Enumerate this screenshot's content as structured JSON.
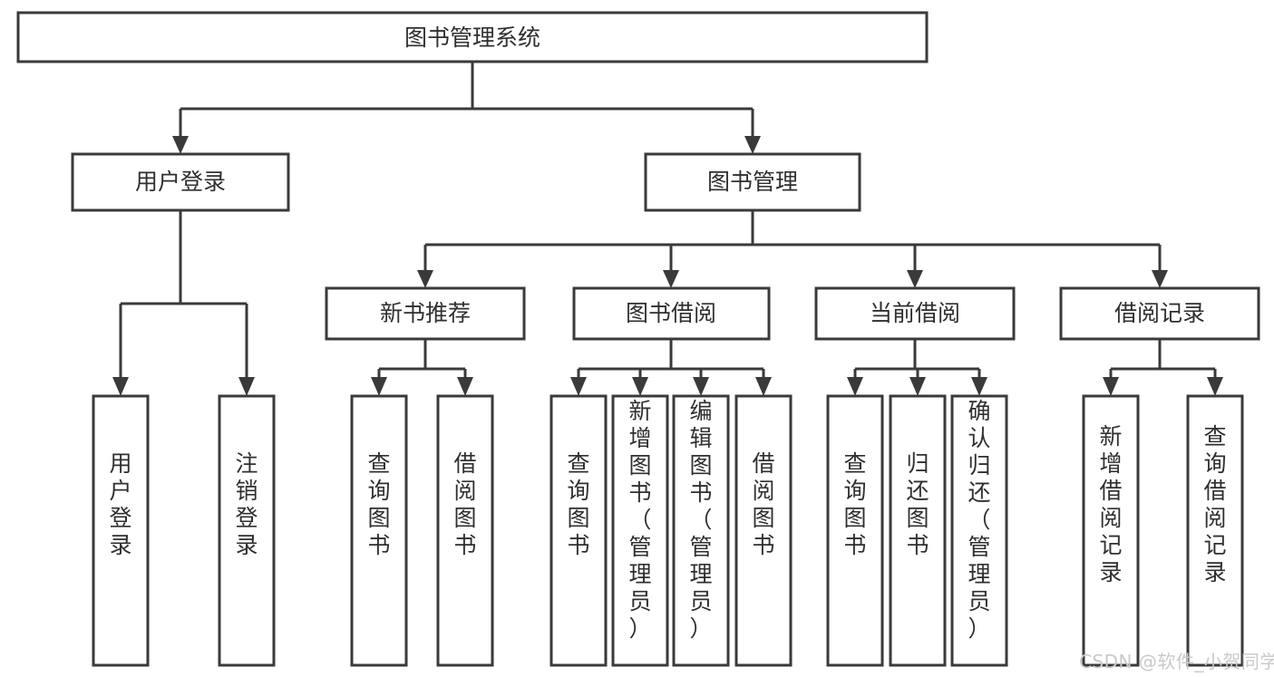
{
  "diagram": {
    "title": "图书管理系统",
    "type": "tree",
    "watermark": "CSDN @软件_小贺同学",
    "colors": {
      "stroke": "#3a3a3a",
      "fill": "#ffffff",
      "text": "#2f2f2f",
      "watermark": "#c9c9c9",
      "background": "#ffffff"
    },
    "nodes": {
      "root": {
        "label": "图书管理系统"
      },
      "level1": [
        {
          "id": "user-login",
          "label": "用户登录"
        },
        {
          "id": "book-management",
          "label": "图书管理"
        }
      ],
      "level2": [
        {
          "id": "new-book-recommend",
          "label": "新书推荐"
        },
        {
          "id": "book-borrow",
          "label": "图书借阅"
        },
        {
          "id": "current-borrow",
          "label": "当前借阅"
        },
        {
          "id": "borrow-record",
          "label": "借阅记录"
        }
      ],
      "leaves": {
        "user-login": [
          {
            "id": "leaf-user-login",
            "label": "用户登录"
          },
          {
            "id": "leaf-logout-login",
            "label": "注销登录"
          }
        ],
        "new-book-recommend": [
          {
            "id": "leaf-query-book-1",
            "label": "查询图书"
          },
          {
            "id": "leaf-borrow-book-1",
            "label": "借阅图书"
          }
        ],
        "book-borrow": [
          {
            "id": "leaf-query-book-2",
            "label": "查询图书"
          },
          {
            "id": "leaf-add-book-admin",
            "label": "新增图书（管理员）"
          },
          {
            "id": "leaf-edit-book-admin",
            "label": "编辑图书（管理员）"
          },
          {
            "id": "leaf-borrow-book-2",
            "label": "借阅图书"
          }
        ],
        "current-borrow": [
          {
            "id": "leaf-query-book-3",
            "label": "查询图书"
          },
          {
            "id": "leaf-return-book",
            "label": "归还图书"
          },
          {
            "id": "leaf-confirm-return-admin",
            "label": "确认归还（管理员）"
          }
        ],
        "borrow-record": [
          {
            "id": "leaf-add-borrow-record",
            "label": "新增借阅记录"
          },
          {
            "id": "leaf-query-borrow-record",
            "label": "查询借阅记录"
          }
        ]
      }
    }
  }
}
